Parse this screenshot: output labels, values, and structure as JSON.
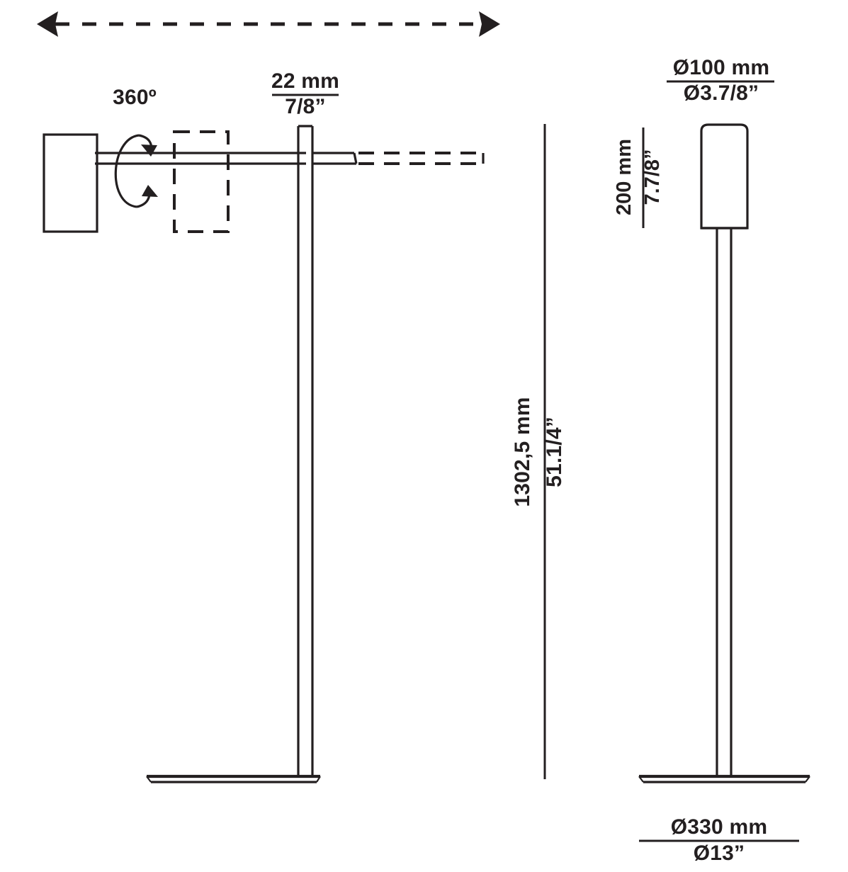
{
  "drawing": {
    "title": "Floor lamp dimensional drawing",
    "units_primary": "mm",
    "units_secondary": "inches",
    "line_color": "#231f20",
    "background_color": "#ffffff"
  },
  "annotations": {
    "rotation": {
      "label": "360º",
      "meaning": "head-rotation-360-degrees"
    },
    "stem_width": {
      "mm": "22 mm",
      "inch": "7/8”"
    },
    "shade_diameter": {
      "mm": "Ø100 mm",
      "inch": "Ø3.7/8”"
    },
    "shade_height": {
      "mm": "200 mm",
      "inch": "7.7/8”"
    },
    "total_height": {
      "mm": "1302,5 mm",
      "inch": "51.1/4”"
    },
    "base_diameter": {
      "mm": "Ø330 mm",
      "inch": "Ø13”"
    }
  },
  "views": {
    "left": {
      "name": "side-view-head-horizontal",
      "description": "Side elevation showing lamp head rotated horizontally with alternate dashed position"
    },
    "right": {
      "name": "front-view-head-vertical",
      "description": "Front elevation showing cylindrical shade upright on stem and round base"
    }
  },
  "icons": {
    "rotation_arrow": "rotation-arrow-icon",
    "span_arrow_left": "arrow-left-icon",
    "span_arrow_right": "arrow-right-icon",
    "diameter_symbol": "Ø"
  }
}
